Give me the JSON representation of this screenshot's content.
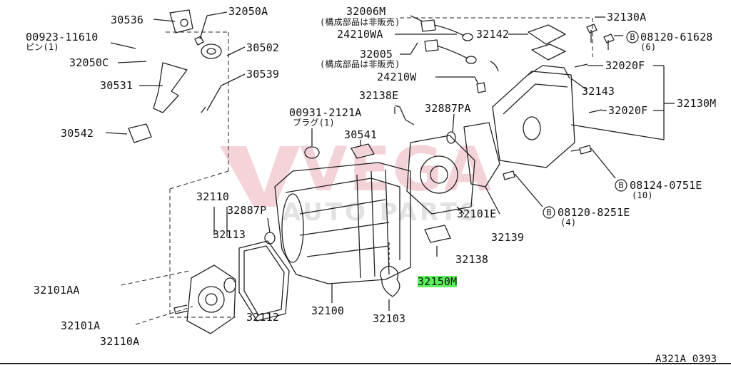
{
  "colors": {
    "line": "#222222",
    "highlight": "#5cf25c",
    "watermark_red": "#c8102e",
    "watermark_gray": "#9a9a9a"
  },
  "watermark": {
    "main": "VEGA",
    "sub": "AUTO PARTS"
  },
  "labels": {
    "p30536": "30536",
    "p32050A": "32050A",
    "p00923": "00923-11610",
    "p_pin": "ピン(1)",
    "p32050C": "32050C",
    "p30502": "30502",
    "p30531": "30531",
    "p30539": "30539",
    "p30542": "30542",
    "p32006M": "32006M",
    "p_kousei1": "(構成部品は非販売)",
    "p24210WA": "24210WA",
    "p32005": "32005",
    "p_kousei2": "(構成部品は非販売)",
    "p24210W": "24210W",
    "p32142": "32142",
    "p32130A": "32130A",
    "p08120_61628": "08120-61628",
    "p_qty6": "(6)",
    "p32020F_a": "32020F",
    "p32143": "32143",
    "p32020F_b": "32020F",
    "p32130M": "32130M",
    "p32138E": "32138E",
    "p32887PA": "32887PA",
    "p00931": "00931-2121A",
    "p_plug": "プラグ(1)",
    "p30541": "30541",
    "p08124": "08124-0751E",
    "p_qty10": "(10)",
    "p32101E": "32101E",
    "p08120_8251": "08120-8251E",
    "p_qty4": "(4)",
    "p32139": "32139",
    "p32110": "32110",
    "p32887P": "32887P",
    "p32113": "32113",
    "p32138": "32138",
    "p32150M": "32150M",
    "p32101AA": "32101AA",
    "p32112": "32112",
    "p32100": "32100",
    "p32103": "32103",
    "p32101A": "32101A",
    "p32110A": "32110A",
    "ref": "A321A 0393"
  },
  "circle_b": "B"
}
